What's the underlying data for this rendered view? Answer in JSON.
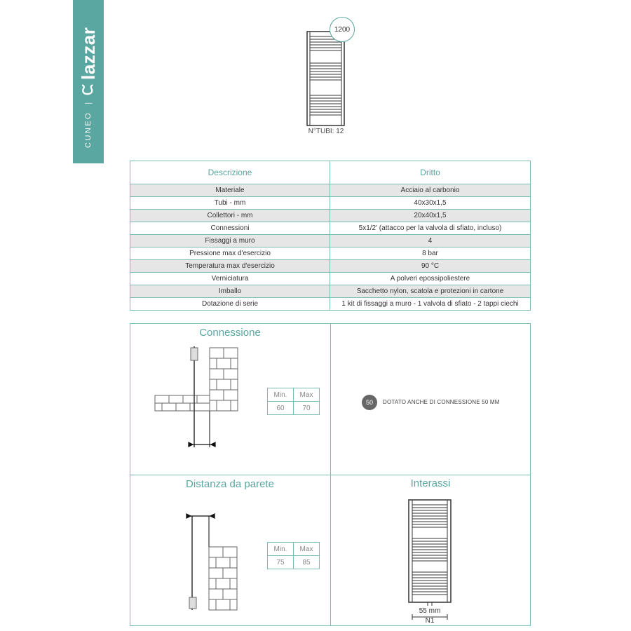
{
  "brand": {
    "series": "CUNEO",
    "separator": "|",
    "logo": "lazzar",
    "logo_icon": "lazzarini-logo-icon",
    "color": "#5aa6a0"
  },
  "product": {
    "capacity_label": "1200",
    "tubes_label": "N°TUBI: 12"
  },
  "specs": {
    "header": {
      "col1": "Descrizione",
      "col2": "Dritto"
    },
    "rows": [
      {
        "label": "Materiale",
        "value": "Acciaio al carbonio"
      },
      {
        "label": "Tubi - mm",
        "value": "40x30x1,5"
      },
      {
        "label": "Collettori - mm",
        "value": "20x40x1,5"
      },
      {
        "label": "Connessioni",
        "value": "5x1/2' (attacco per la valvola di sfiato, incluso)"
      },
      {
        "label": "Fissaggi a muro",
        "value": "4"
      },
      {
        "label": "Pressione max d'esercizio",
        "value": "8 bar"
      },
      {
        "label": "Temperatura max d'esercizio",
        "value": "90 °C"
      },
      {
        "label": "Verniciatura",
        "value": "A polveri epossipoliestere"
      },
      {
        "label": "Imballo",
        "value": "Sacchetto nylon, scatola e protezioni in cartone"
      },
      {
        "label": "Dotazione di serie",
        "value": "1 kit di fissaggi a muro - 1 valvola di sfiato - 2 tappi ciechi"
      }
    ]
  },
  "connessione": {
    "title": "Connessione",
    "min_label": "Min.",
    "max_label": "Max",
    "min": "60",
    "max": "70"
  },
  "option": {
    "badge": "50",
    "text": "DOTATO ANCHE DI CONNESSIONE 50 MM"
  },
  "distanza": {
    "title": "Distanza da parete",
    "min_label": "Min.",
    "max_label": "Max",
    "min": "75",
    "max": "85"
  },
  "interassi": {
    "title": "Interassi",
    "measure": "55 mm",
    "label": "N1"
  },
  "colors": {
    "accent": "#5aa6a0",
    "border": "#7bbcb5",
    "row_shade": "#e6e6e6"
  }
}
